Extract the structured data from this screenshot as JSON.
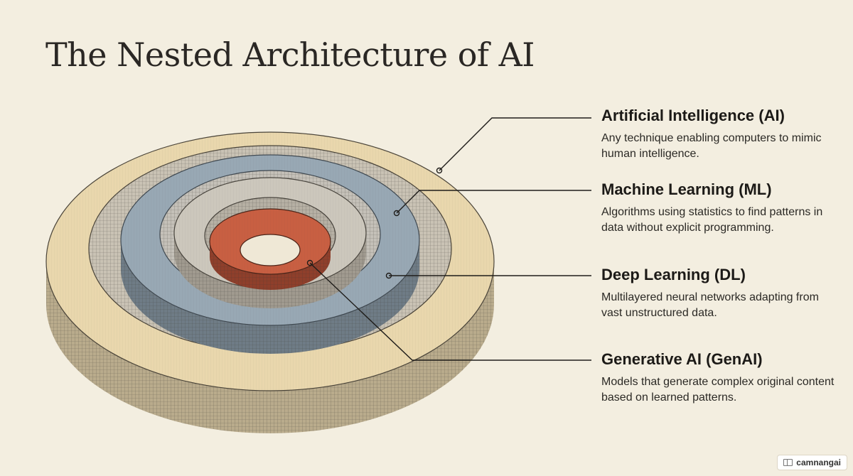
{
  "title": "The Nested Architecture of AI",
  "layers": [
    {
      "id": "ai",
      "name": "Artificial Intelligence (AI)",
      "description": "Any technique enabling computers to mimic human intelligence.",
      "color": "#e9d7ad"
    },
    {
      "id": "ml",
      "name": "Machine Learning (ML)",
      "description": "Algorithms using statistics to find patterns in data without explicit programming.",
      "color": "#98a8b4"
    },
    {
      "id": "dl",
      "name": "Deep Learning (DL)",
      "description": "Multilayered neural networks adapting from vast unstructured data.",
      "color": "#ccc7bc"
    },
    {
      "id": "genai",
      "name": "Generative AI (GenAI)",
      "description": "Models that generate complex original content based on learned patterns.",
      "color": "#c85f42"
    }
  ],
  "watermark": {
    "text": "camnangai"
  }
}
